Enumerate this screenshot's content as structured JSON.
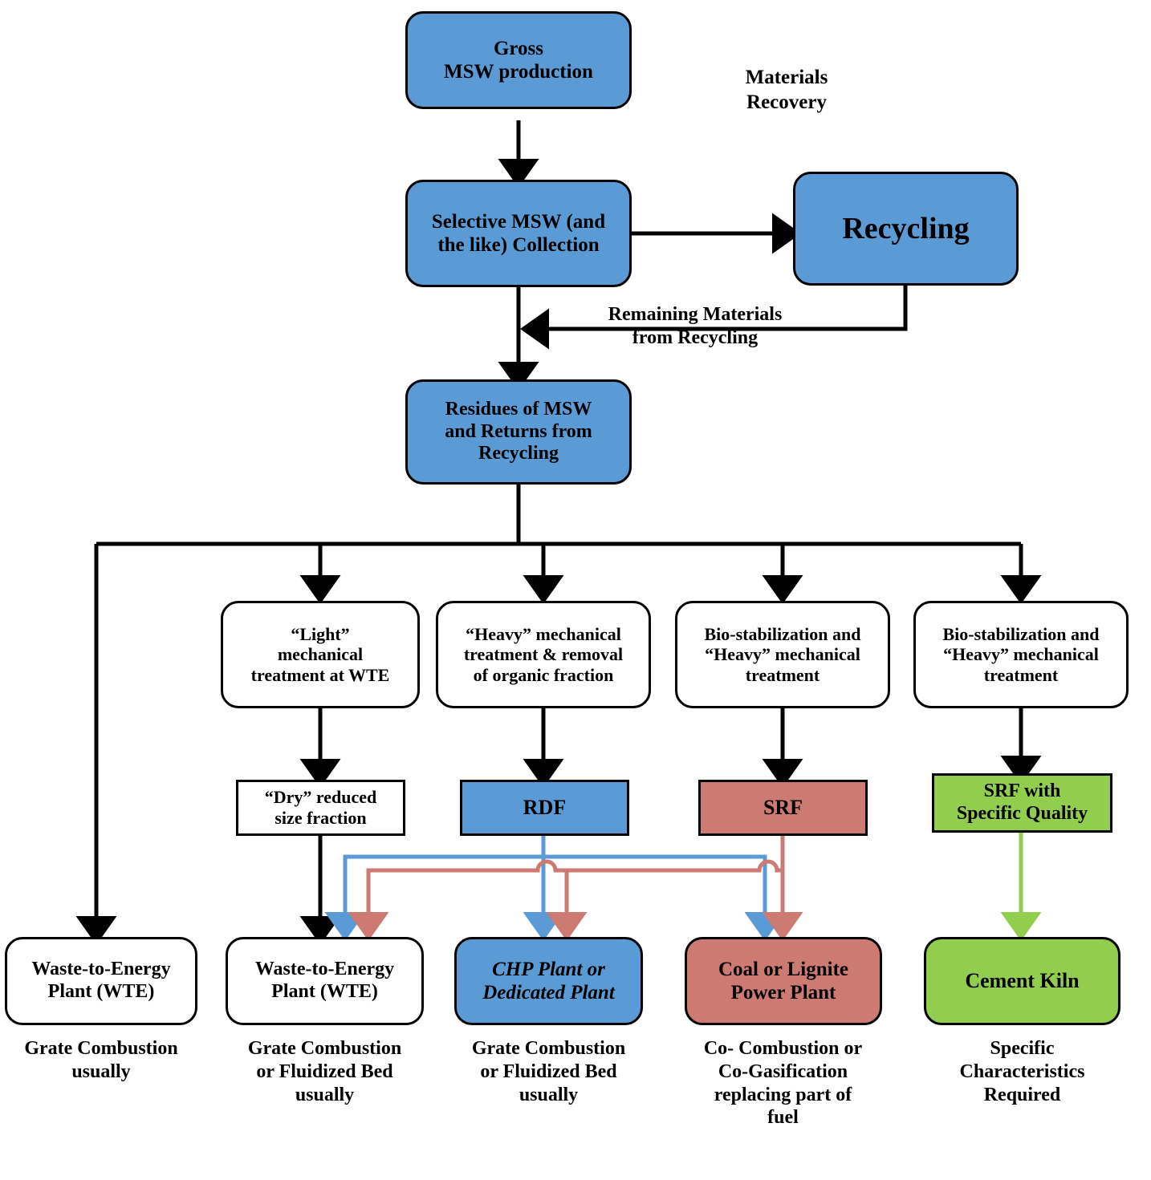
{
  "diagram": {
    "title": "MSW treatment and energy recovery routes",
    "colors": {
      "blue": "#5B9BD5",
      "red": "#CC7A72",
      "green": "#92CE4E",
      "white": "#FFFFFF",
      "black": "#000000"
    }
  },
  "nodes": {
    "gross_msw": {
      "line1": "Gross",
      "line2": "MSW production"
    },
    "selective_collection": {
      "line1": "Selective MSW (and",
      "line2": "the like) Collection"
    },
    "recycling": {
      "line1": "Recycling"
    },
    "residues": {
      "line1": "Residues of MSW",
      "line2": "and Returns from",
      "line3": "Recycling"
    },
    "light_mech": {
      "line1": "“Light”",
      "line2": "mechanical",
      "line3": "treatment at WTE"
    },
    "heavy_mech": {
      "line1": "“Heavy” mechanical",
      "line2": "treatment & removal",
      "line3": "of organic fraction"
    },
    "bio_heavy_1": {
      "line1": "Bio-stabilization and",
      "line2": "“Heavy” mechanical",
      "line3": "treatment"
    },
    "bio_heavy_2": {
      "line1": "Bio-stabilization and",
      "line2": "“Heavy” mechanical",
      "line3": "treatment"
    },
    "dry_fraction": {
      "line1": "“Dry” reduced",
      "line2": "size fraction"
    },
    "rdf": {
      "line1": "RDF"
    },
    "srf": {
      "line1": "SRF"
    },
    "srf_quality": {
      "line1": "SRF with",
      "line2": "Specific Quality"
    },
    "wte_1": {
      "line1": "Waste-to-Energy",
      "line2": "Plant (WTE)"
    },
    "wte_2": {
      "line1": "Waste-to-Energy",
      "line2": "Plant (WTE)"
    },
    "chp_plant": {
      "line1": "CHP Plant or",
      "line2": "Dedicated Plant"
    },
    "coal_plant": {
      "line1": "Coal or Lignite",
      "line2": "Power Plant"
    },
    "cement_kiln": {
      "line1": "Cement Kiln"
    }
  },
  "free_text": {
    "materials_recovery": {
      "line1": "Materials",
      "line2": "Recovery"
    }
  },
  "edge_labels": {
    "remaining_materials": {
      "line1": "Remaining Materials",
      "line2": "from Recycling"
    }
  },
  "captions": {
    "caption_wte_1": {
      "line1": "Grate Combustion",
      "line2": "usually"
    },
    "caption_wte_2": {
      "line1": "Grate Combustion",
      "line2": "or Fluidized Bed",
      "line3": "usually"
    },
    "caption_chp": {
      "line1": "Grate Combustion",
      "line2": "or Fluidized Bed",
      "line3": "usually"
    },
    "caption_coal": {
      "line1": "Co- Combustion or",
      "line2": "Co-Gasification",
      "line3": "replacing part of",
      "line4": "fuel"
    },
    "caption_cement": {
      "line1": "Specific",
      "line2": "Characteristics",
      "line3": "Required"
    }
  }
}
